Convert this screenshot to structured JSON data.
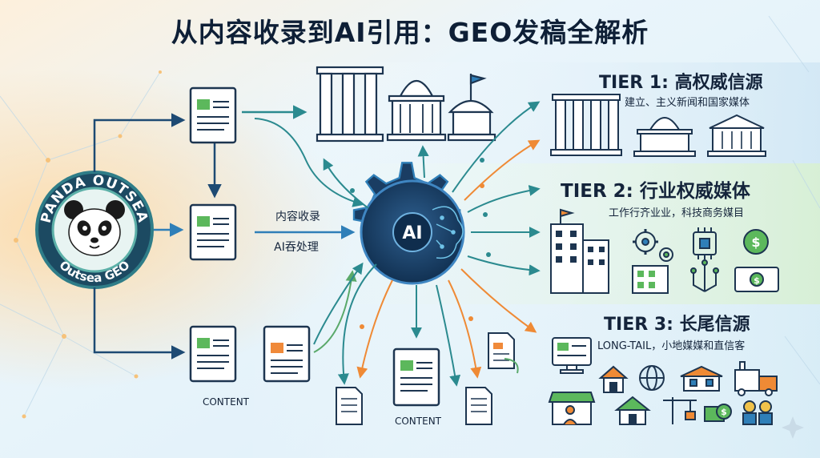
{
  "title": "从内容收录到AI引用：GEO发稿全解析",
  "logo": {
    "arc_text_top": "PANDA OUTSEA",
    "arc_text_bottom": "Outsea GEO"
  },
  "process": {
    "step1": "内容收录",
    "step2": "AI吞处理"
  },
  "hub_label": "AI",
  "content_labels": {
    "left": "CONTENT",
    "bottom": "CONTENT"
  },
  "tiers": [
    {
      "title": "TIER 1: 高权威信源",
      "subtitle": "建立、主义新闻和国家媒体"
    },
    {
      "title": "TIER 2: 行业权威媒体",
      "subtitle": "工作行齐业业，科技商务媒目"
    },
    {
      "title": "TIER 3: 长尾信源",
      "subtitle": "LONG-TAIL，小地媒媒和直信客"
    }
  ],
  "colors": {
    "navy": "#1d4a73",
    "teal": "#2b8a8f",
    "orange": "#ef8a35",
    "green": "#5aa96a",
    "doc_green": "#5cb85c",
    "doc_orange": "#f08a3a"
  }
}
